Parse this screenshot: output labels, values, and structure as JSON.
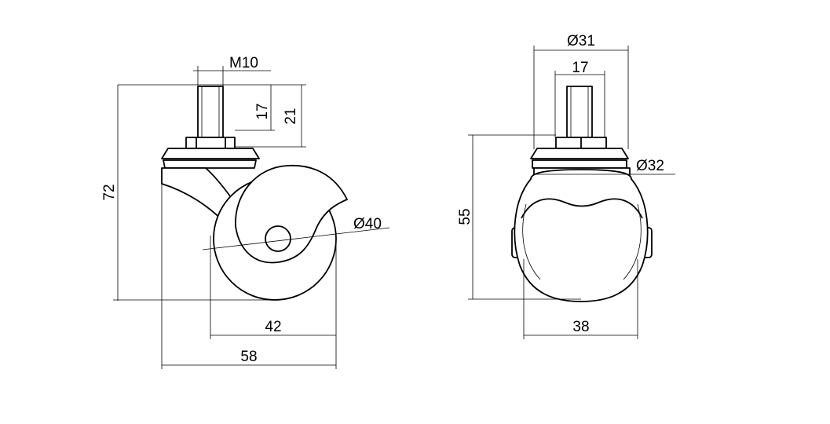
{
  "side_view": {
    "thread_label": "M10",
    "stem_length_label": "17",
    "stem_total_label": "21",
    "total_height_label": "72",
    "wheel_diameter_label": "Ø40",
    "wheel_offset_label": "42",
    "overall_length_label": "58"
  },
  "front_view": {
    "plate_diameter_label": "Ø31",
    "stem_label": "17",
    "cover_diameter_label": "Ø32",
    "height_label": "55",
    "width_label": "38"
  }
}
